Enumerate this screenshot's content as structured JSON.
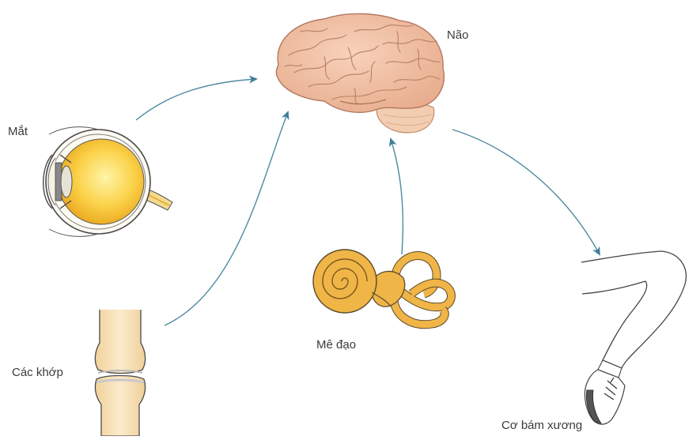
{
  "labels": {
    "brain": "Não",
    "eye": "Mắt",
    "joints": "Các khớp",
    "inner_ear": "Mê đạo",
    "skeletal_muscle": "Cơ bám xương"
  },
  "colors": {
    "arrow": "#4f8aa0",
    "brain": "#f1c3a6",
    "brain_fold": "#b97f63",
    "eye_yellow": "#f7c021",
    "bone": "#f5deb0",
    "ear": "#f0b547"
  }
}
